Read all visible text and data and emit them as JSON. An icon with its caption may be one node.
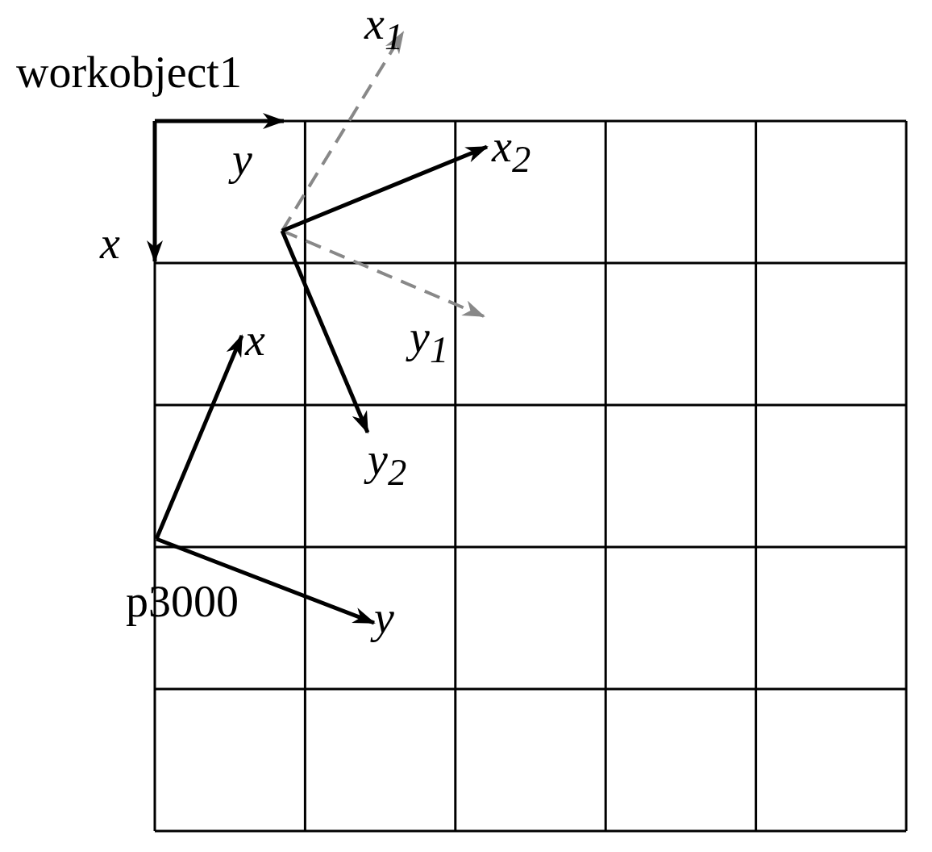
{
  "diagram": {
    "labels": [
      "workobject1",
      "y",
      "x",
      "x$_{1}$",
      "x$_{2}$",
      "y$_{1}$",
      "x",
      "y$_{2}$",
      "p3000",
      "y"
    ]
  }
}
